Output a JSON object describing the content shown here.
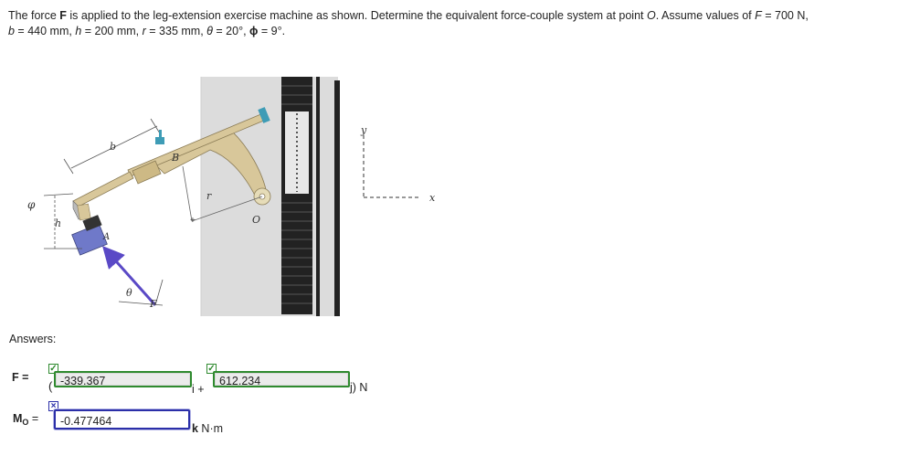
{
  "problem": {
    "line1_prefix": "The force ",
    "line1_bold": "F",
    "line1_mid": " is applied to the leg-extension exercise machine as shown. Determine the equivalent force-couple system at point ",
    "line1_point": "O",
    "line1_suffix": ". Assume values of ",
    "line1_Fvar": "F",
    "line1_Fval": " = 700 N,",
    "line2_b": "b",
    "line2_bval": " = 440 mm, ",
    "line2_h": "h",
    "line2_hval": " = 200 mm, ",
    "line2_r": "r",
    "line2_rval": " = 335 mm, ",
    "line2_theta": "θ",
    "line2_thetaval": " = 20°, ",
    "line2_phi": "ϕ",
    "line2_phival": " = 9°."
  },
  "figure": {
    "labels": {
      "b": "b",
      "B": "B",
      "r": "r",
      "O": "O",
      "A": "A",
      "h": "h",
      "phi": "φ",
      "theta": "θ",
      "F": "F",
      "y": "y",
      "x": "x"
    },
    "colors": {
      "bracket_purple": "#6f79c9",
      "force_arrow": "#5a49c6",
      "clamp_blue": "#3e9cb6",
      "arm_tan": "#d8c79a",
      "wall_gray": "#dcdcdc",
      "stack_black": "#222222"
    }
  },
  "answers": {
    "label": "Answers:",
    "F": {
      "label": "F =",
      "open_paren": "(",
      "i_value": "-339.367",
      "i_unit": "i +",
      "j_value": "612.234",
      "j_unit": "j) N",
      "i_status": "correct",
      "j_status": "correct"
    },
    "M": {
      "label": "M",
      "sub": "O",
      "eq": "=",
      "value": "-0.477464",
      "unit_k": "k",
      "unit_rest": " N·m",
      "status": "incorrect"
    },
    "marks": {
      "ok": "✓",
      "bad": "×"
    }
  }
}
